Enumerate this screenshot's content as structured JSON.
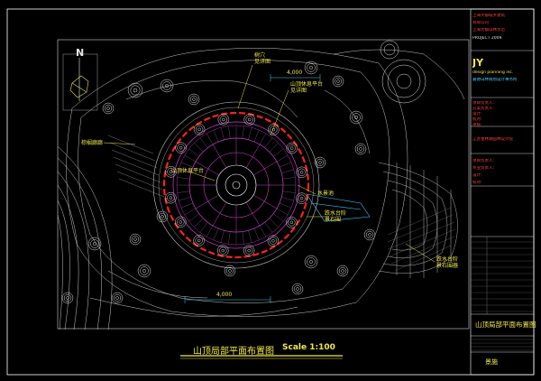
{
  "drawing": {
    "title": "山顶局部平面布置图",
    "scale": "Scale 1:100",
    "north_label": "N",
    "colors": {
      "background": "#000000",
      "frame": "#ffffff",
      "ring": "#ff2020",
      "annotation": "#f2e94a",
      "terrain": "#c8c8c8",
      "platform": "#d040d0",
      "water": "#40c8ff"
    }
  },
  "labels": [
    {
      "text": "树穴"
    },
    {
      "text": "见详图"
    },
    {
      "text": "山顶休息平台"
    },
    {
      "text": "见详图"
    },
    {
      "text": "山顶休息平台"
    },
    {
      "text": "棕榈廊廊"
    },
    {
      "text": "水景池"
    },
    {
      "text": "跌水台阶"
    },
    {
      "text": "景石围"
    },
    {
      "text": "跌水台阶"
    },
    {
      "text": "景石围器"
    }
  ],
  "dimensions": [
    "4,000",
    "4,000"
  ],
  "title_block": {
    "client_lines": [
      "上海大都城乡建筑",
      "有限公司",
      "上海大都山林示范",
      "PROJECT 2009"
    ],
    "company": "JY",
    "company_sub": "design planning inc.",
    "company_cn": "嘉德山林规划设计事务所",
    "fields": [
      "项目负责人:",
      "方案负责人:",
      "设计:",
      "校对:",
      "审核:"
    ],
    "project_name": "江苏金林湖园林设计院",
    "fields2": [
      "项目负责人:",
      "专业负责人:",
      "设计:",
      "校对:"
    ],
    "sheet_title": "山顶局部平面布置图",
    "discipline": "景施"
  }
}
